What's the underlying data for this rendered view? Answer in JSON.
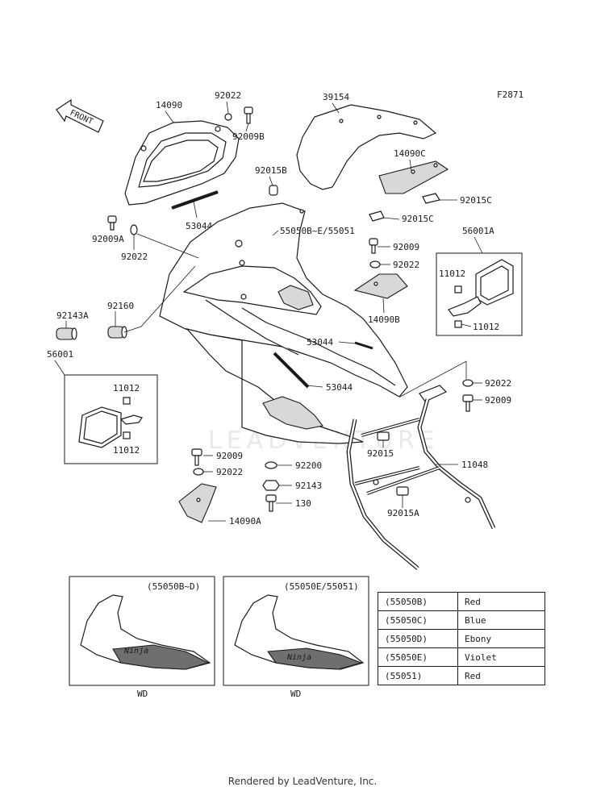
{
  "diagram_code": "F2871",
  "front_label": "FRONT",
  "watermark": "LEADVENTURE",
  "parts": {
    "p14090": "14090",
    "p92022a": "92022",
    "p92009b": "92009B",
    "p39154": "39154",
    "p14090c": "14090C",
    "p92015b": "92015B",
    "p53044a": "53044",
    "p92015c_a": "92015C",
    "p92015c_b": "92015C",
    "p92009a": "92009A",
    "p92022b": "92022",
    "p55050": "55050B~E/55051",
    "p92009c": "92009",
    "p56001a": "56001A",
    "p92022c": "92022",
    "p11012a": "11012",
    "p14090b": "14090B",
    "p11012b": "11012",
    "p92143a": "92143A",
    "p92160": "92160",
    "p53044b": "53044",
    "p56001": "56001",
    "p11012c": "11012",
    "p53044c": "53044",
    "p92022d": "92022",
    "p92009d": "92009",
    "p11012d": "11012",
    "p92015": "92015",
    "p11048": "11048",
    "p92009e": "92009",
    "p92200": "92200",
    "p92022e": "92022",
    "p92143": "92143",
    "p130": "130",
    "p92015a": "92015A",
    "p14090a": "14090A"
  },
  "variants": [
    {
      "title": "(55050B~D)",
      "logo": "Ninja",
      "label": "WD"
    },
    {
      "title": "(55050E/55051)",
      "logo": "Ninja",
      "label": "WD"
    }
  ],
  "color_table": [
    {
      "code": "(55050B)",
      "color": "Red"
    },
    {
      "code": "(55050C)",
      "color": "Blue"
    },
    {
      "code": "(55050D)",
      "color": "Ebony"
    },
    {
      "code": "(55050E)",
      "color": "Violet"
    },
    {
      "code": "(55051)",
      "color": "Red"
    }
  ],
  "footer": "Rendered by LeadVenture, Inc."
}
